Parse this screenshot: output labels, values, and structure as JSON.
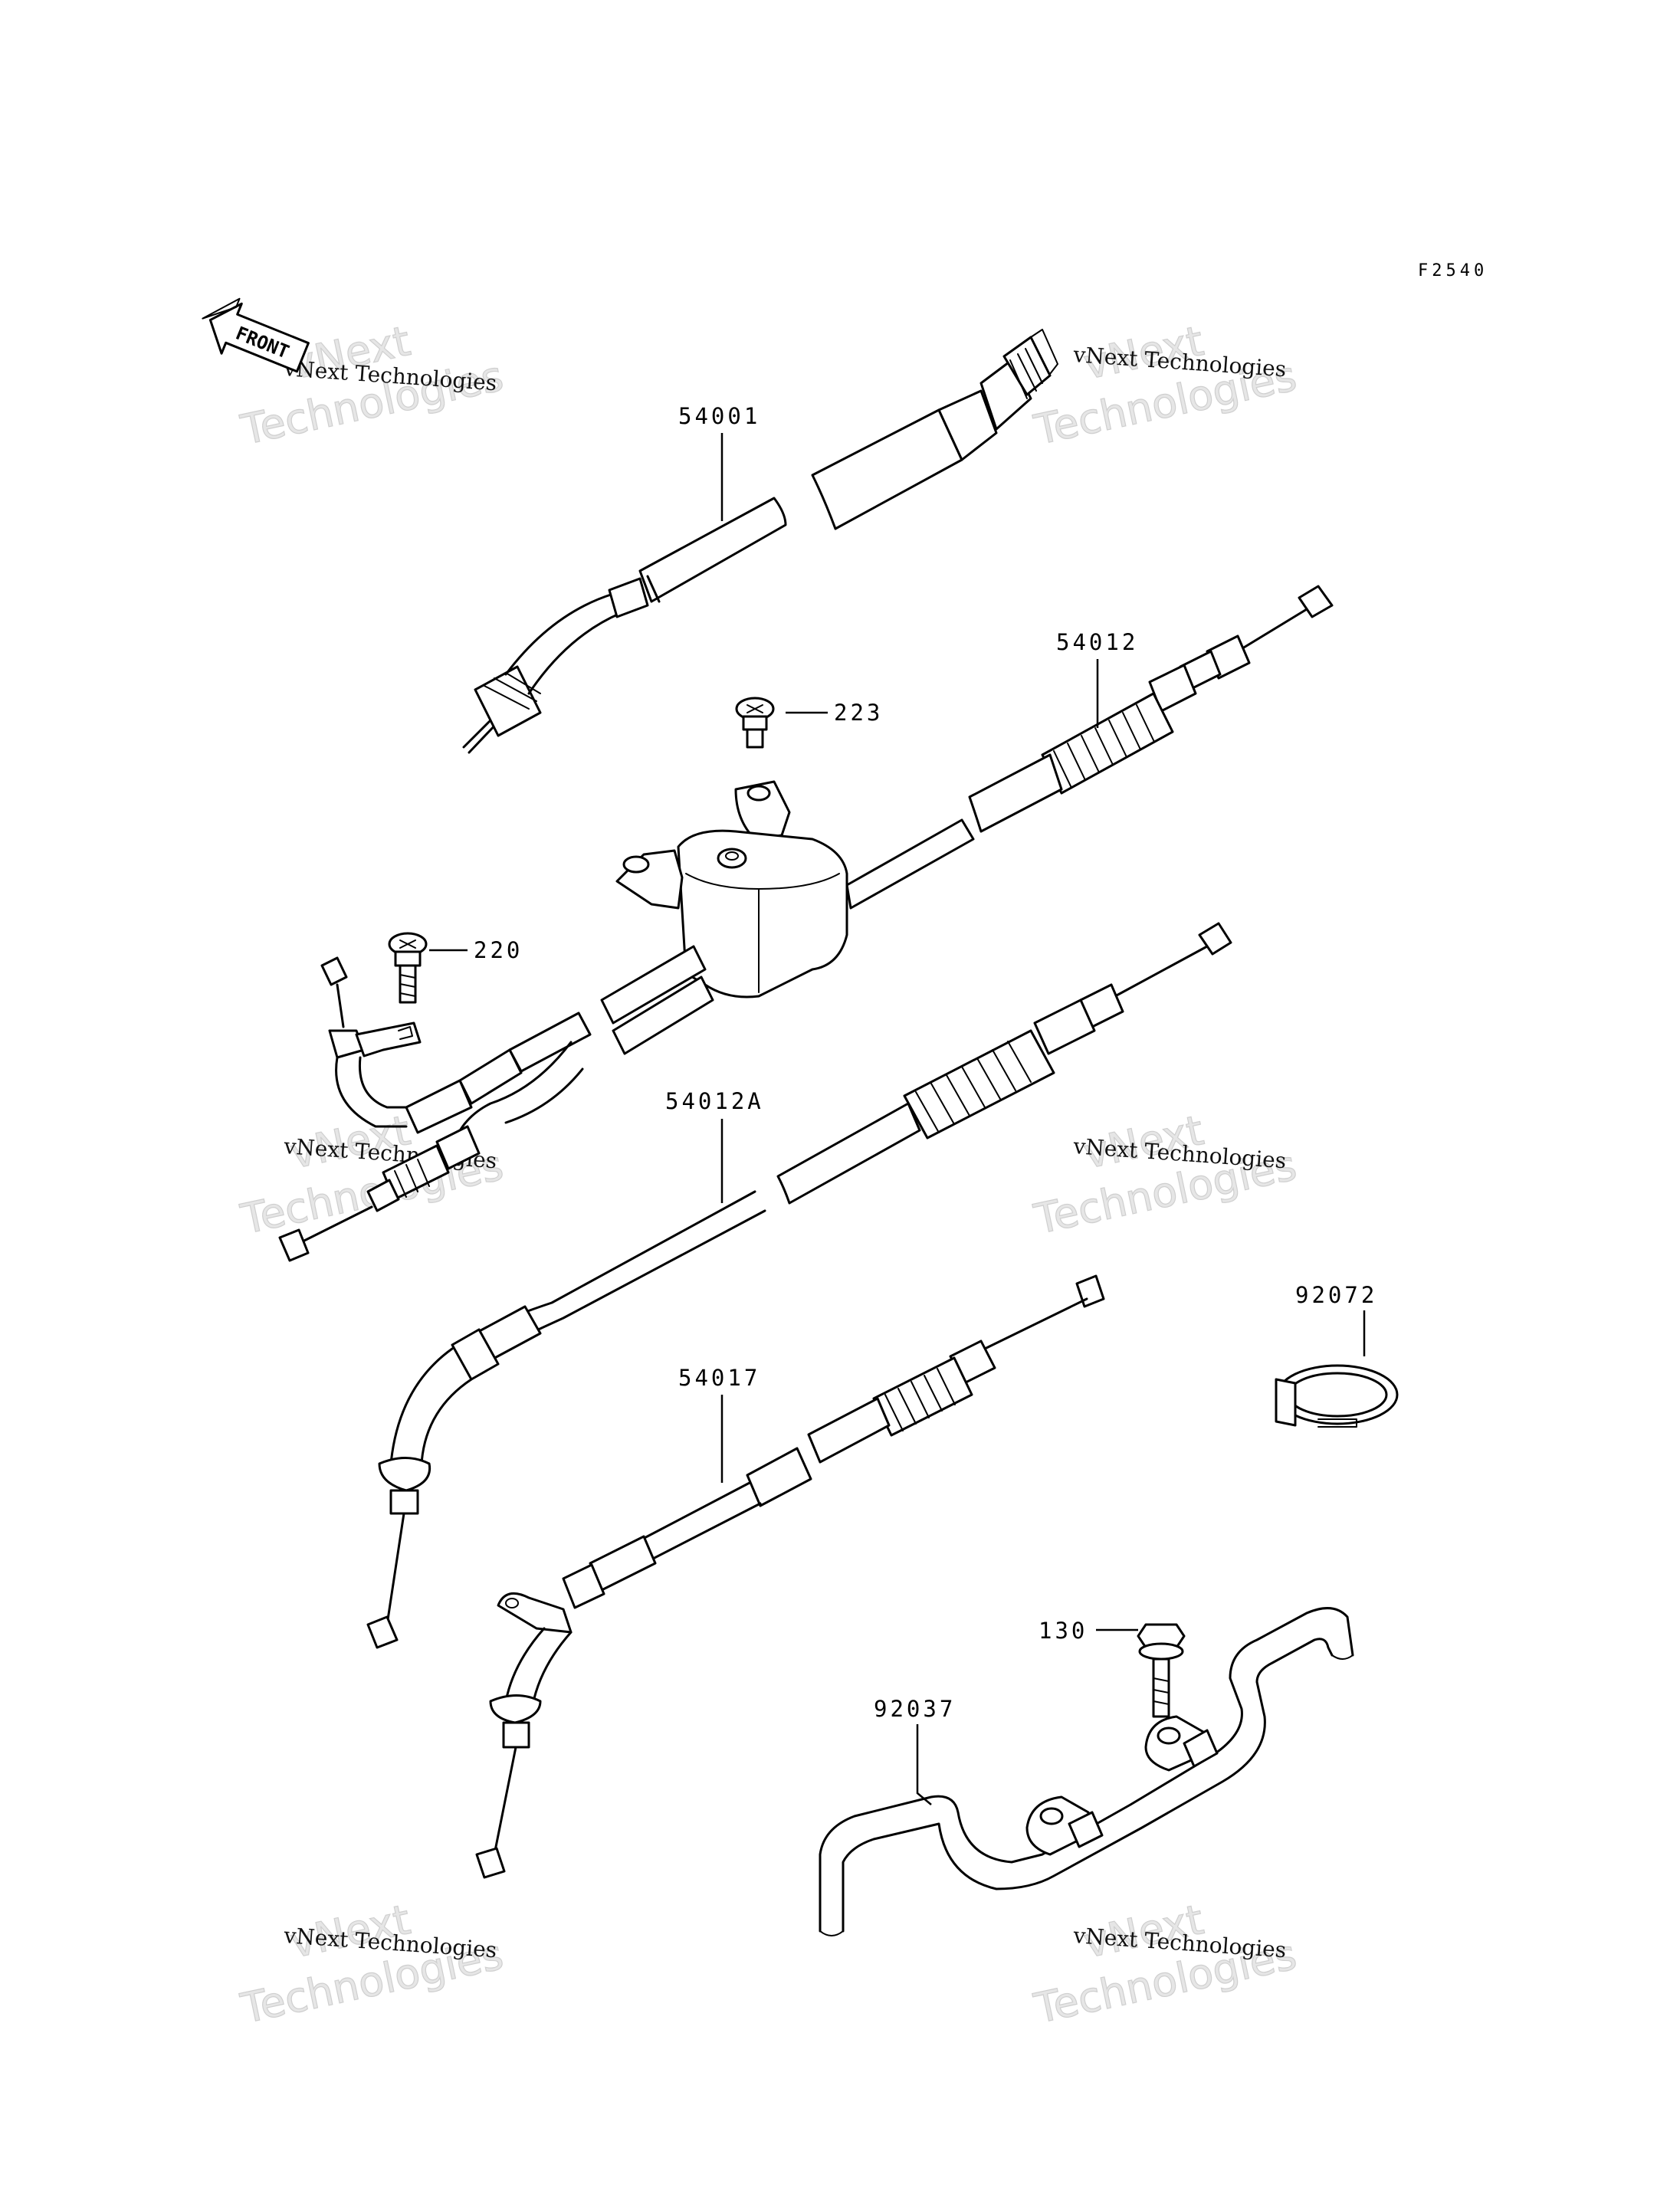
{
  "diagram_code": "F2540",
  "front_arrow": {
    "label": "FRONT"
  },
  "parts": [
    {
      "id": "p54001",
      "number": "54001"
    },
    {
      "id": "p54012",
      "number": "54012"
    },
    {
      "id": "p223",
      "number": "223"
    },
    {
      "id": "p220",
      "number": "220"
    },
    {
      "id": "p54012A",
      "number": "54012A"
    },
    {
      "id": "p92072",
      "number": "92072"
    },
    {
      "id": "p54017",
      "number": "54017"
    },
    {
      "id": "p130",
      "number": "130"
    },
    {
      "id": "p92037",
      "number": "92037"
    }
  ],
  "watermark": {
    "small": "vNext Technologies",
    "big_line1": "vNext",
    "big_line2": "Technologies"
  }
}
